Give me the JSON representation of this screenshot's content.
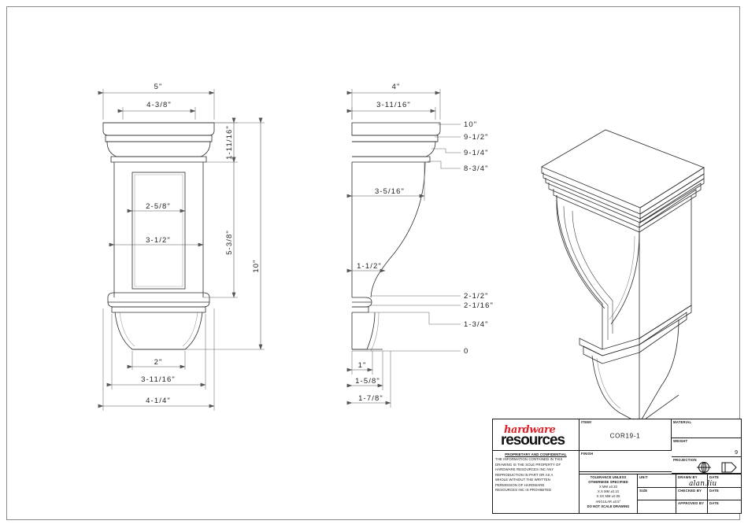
{
  "drawing": {
    "item_number": "COR19-1",
    "views": {
      "front": "front-elevation-view",
      "side": "side-profile-view",
      "iso": "isometric-view"
    }
  },
  "dimensions": {
    "front": {
      "overall_width": "5\"",
      "cap_width": "4-3/8\"",
      "panel_inner_width": "2-5/8\"",
      "shaft_width": "3-1/2\"",
      "foot_bottom_width": "2\"",
      "base_width": "3-11/16\"",
      "base_outer_width": "4-1/4\"",
      "cap_height": "1-11/16\"",
      "shaft_height": "5-3/8\"",
      "overall_height": "10\""
    },
    "side": {
      "overall_depth": "4\"",
      "cap_depth": "3-11/16\"",
      "body_depth": "3-5/16\"",
      "waist_depth": "1-1/2\"",
      "foot_top_depth": "1\"",
      "foot_depth": "1-5/8\"",
      "base_depth": "1-7/8\""
    },
    "ordinates": [
      "10\"",
      "9-1/2\"",
      "9-1/4\"",
      "8-3/4\"",
      "2-1/2\"",
      "2-1/16\"",
      "1-3/4\"",
      "0"
    ]
  },
  "title_block": {
    "logo": {
      "brand_top": "hardware",
      "brand_bottom": "resources",
      "brand_color": "#d8232a"
    },
    "proprietary": {
      "heading": "PROPRIETARY AND CONFIDENTIAL",
      "lines": [
        "THE INFORMATION CONTAINED IN THIS",
        "DRAWING IS THE SOLE PROPERTY OF",
        "HARDWARE RESOURCES INC  ANY",
        "REPRODUCTION IN PART OR AS A",
        "WHOLE  WITHOUT THE WRITTEN",
        "PERMISSION OF HARDWARE",
        "RESOURCES INC  IS PROHIBITED"
      ]
    },
    "fields": {
      "item_label": "ITEM#",
      "item_value": "COR19-1",
      "finish_label": "FINISH",
      "finish_value": "",
      "material_label": "MATERIAL",
      "material_value": "",
      "weight_label": "WEIGHT",
      "weight_value": "9",
      "projection_label": "PROJECTION",
      "unit_label": "UNIT",
      "unit_value": "",
      "size_label": "SIZE",
      "size_value": "",
      "drawn_by_label": "DRAWN BY",
      "drawn_by_value": "alan.liu",
      "checked_by_label": "CHECKED BY",
      "checked_by_value": "",
      "approved_by_label": "APPROVED BY",
      "approved_by_value": "",
      "date_label": "DATE",
      "date_value": ""
    },
    "tolerance": {
      "heading1": "TOLERANCE UNLESS",
      "heading2": "OTHERWISE SPECIFIED",
      "rows": [
        "X    MM    ±0.20",
        "X.X   MM    ±0.10",
        "X.XX  MM    ±0.05",
        "ANGULAR    ±0.5°"
      ],
      "note": "DO NOT SCALE DRAWING"
    }
  }
}
